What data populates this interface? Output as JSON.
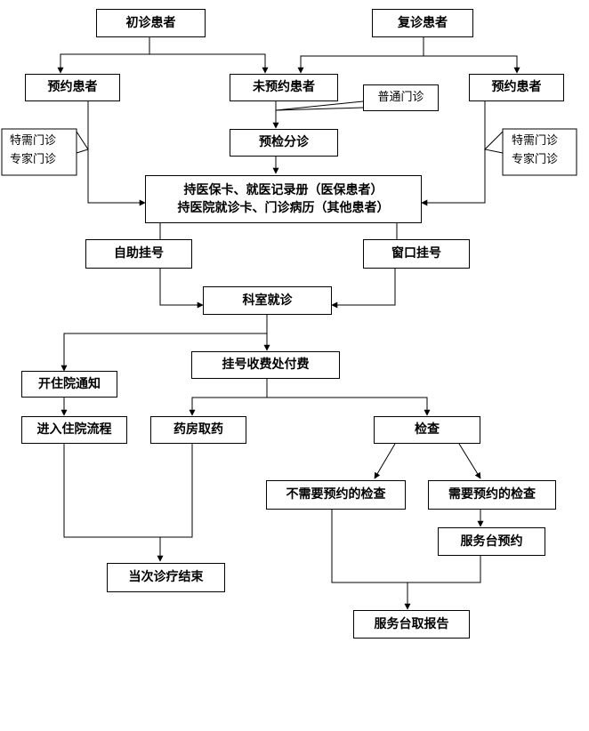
{
  "nodes": {
    "first_visit": "初诊患者",
    "return_visit": "复诊患者",
    "appointment_left": "预约患者",
    "no_appointment": "未预约患者",
    "appointment_right": "预约患者",
    "general_clinic_note": "普通门诊",
    "special_clinic_left": [
      "特需门诊",
      "专家门诊"
    ],
    "special_clinic_right": [
      "特需门诊",
      "专家门诊"
    ],
    "triage": "预检分诊",
    "documents": [
      "持医保卡、就医记录册（医保患者）",
      "持医院就诊卡、门诊病历（其他患者）"
    ],
    "self_register": "自助挂号",
    "window_register": "窗口挂号",
    "department_visit": "科室就诊",
    "payment": "挂号收费处付费",
    "admission_notice": "开住院通知",
    "admission_process": "进入住院流程",
    "pharmacy": "药房取药",
    "examination": "检查",
    "no_appointment_exam": "不需要预约的检查",
    "appointment_exam": "需要预约的检查",
    "service_desk_appointment": "服务台预约",
    "visit_end": "当次诊疗结束",
    "report_pickup": "服务台取报告"
  },
  "colors": {
    "line": "#000000",
    "box_border": "#000000",
    "background": "#ffffff"
  }
}
